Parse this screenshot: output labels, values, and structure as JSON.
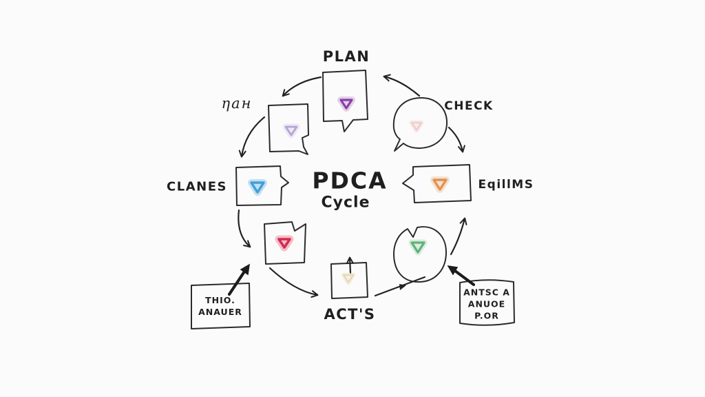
{
  "title": {
    "main": "PDCA",
    "sub": "Cycle"
  },
  "labels": {
    "plan": "PLAN",
    "check": "CHECK",
    "eqillms": "EqillMS",
    "clanes": "CLANES",
    "nah": "ηaн",
    "acts": "ACT'S"
  },
  "notes": {
    "thio": {
      "line1": "THIO.",
      "line2": "ANAUER"
    },
    "antsc": {
      "line1": "ANTSC A",
      "line2": "ANUOE",
      "line3": "P.OR"
    }
  },
  "icons": {
    "node_marker": "triangle-down-icon",
    "arrow_style": "open-v-arrowhead",
    "bold_arrow_style": "filled-arrowhead"
  },
  "colors": {
    "background": "#fbfbfb",
    "ink": "#222222",
    "triangle_plan": "#8a3fa8",
    "triangle_nah": "#b4a3d8",
    "triangle_clanes": "#3f9fd9",
    "triangle_red": "#d6294e",
    "triangle_acts": "#e9d7b5",
    "triangle_green": "#5fb377",
    "triangle_eqillms": "#e2924f",
    "triangle_check": "#f0cdd0"
  }
}
